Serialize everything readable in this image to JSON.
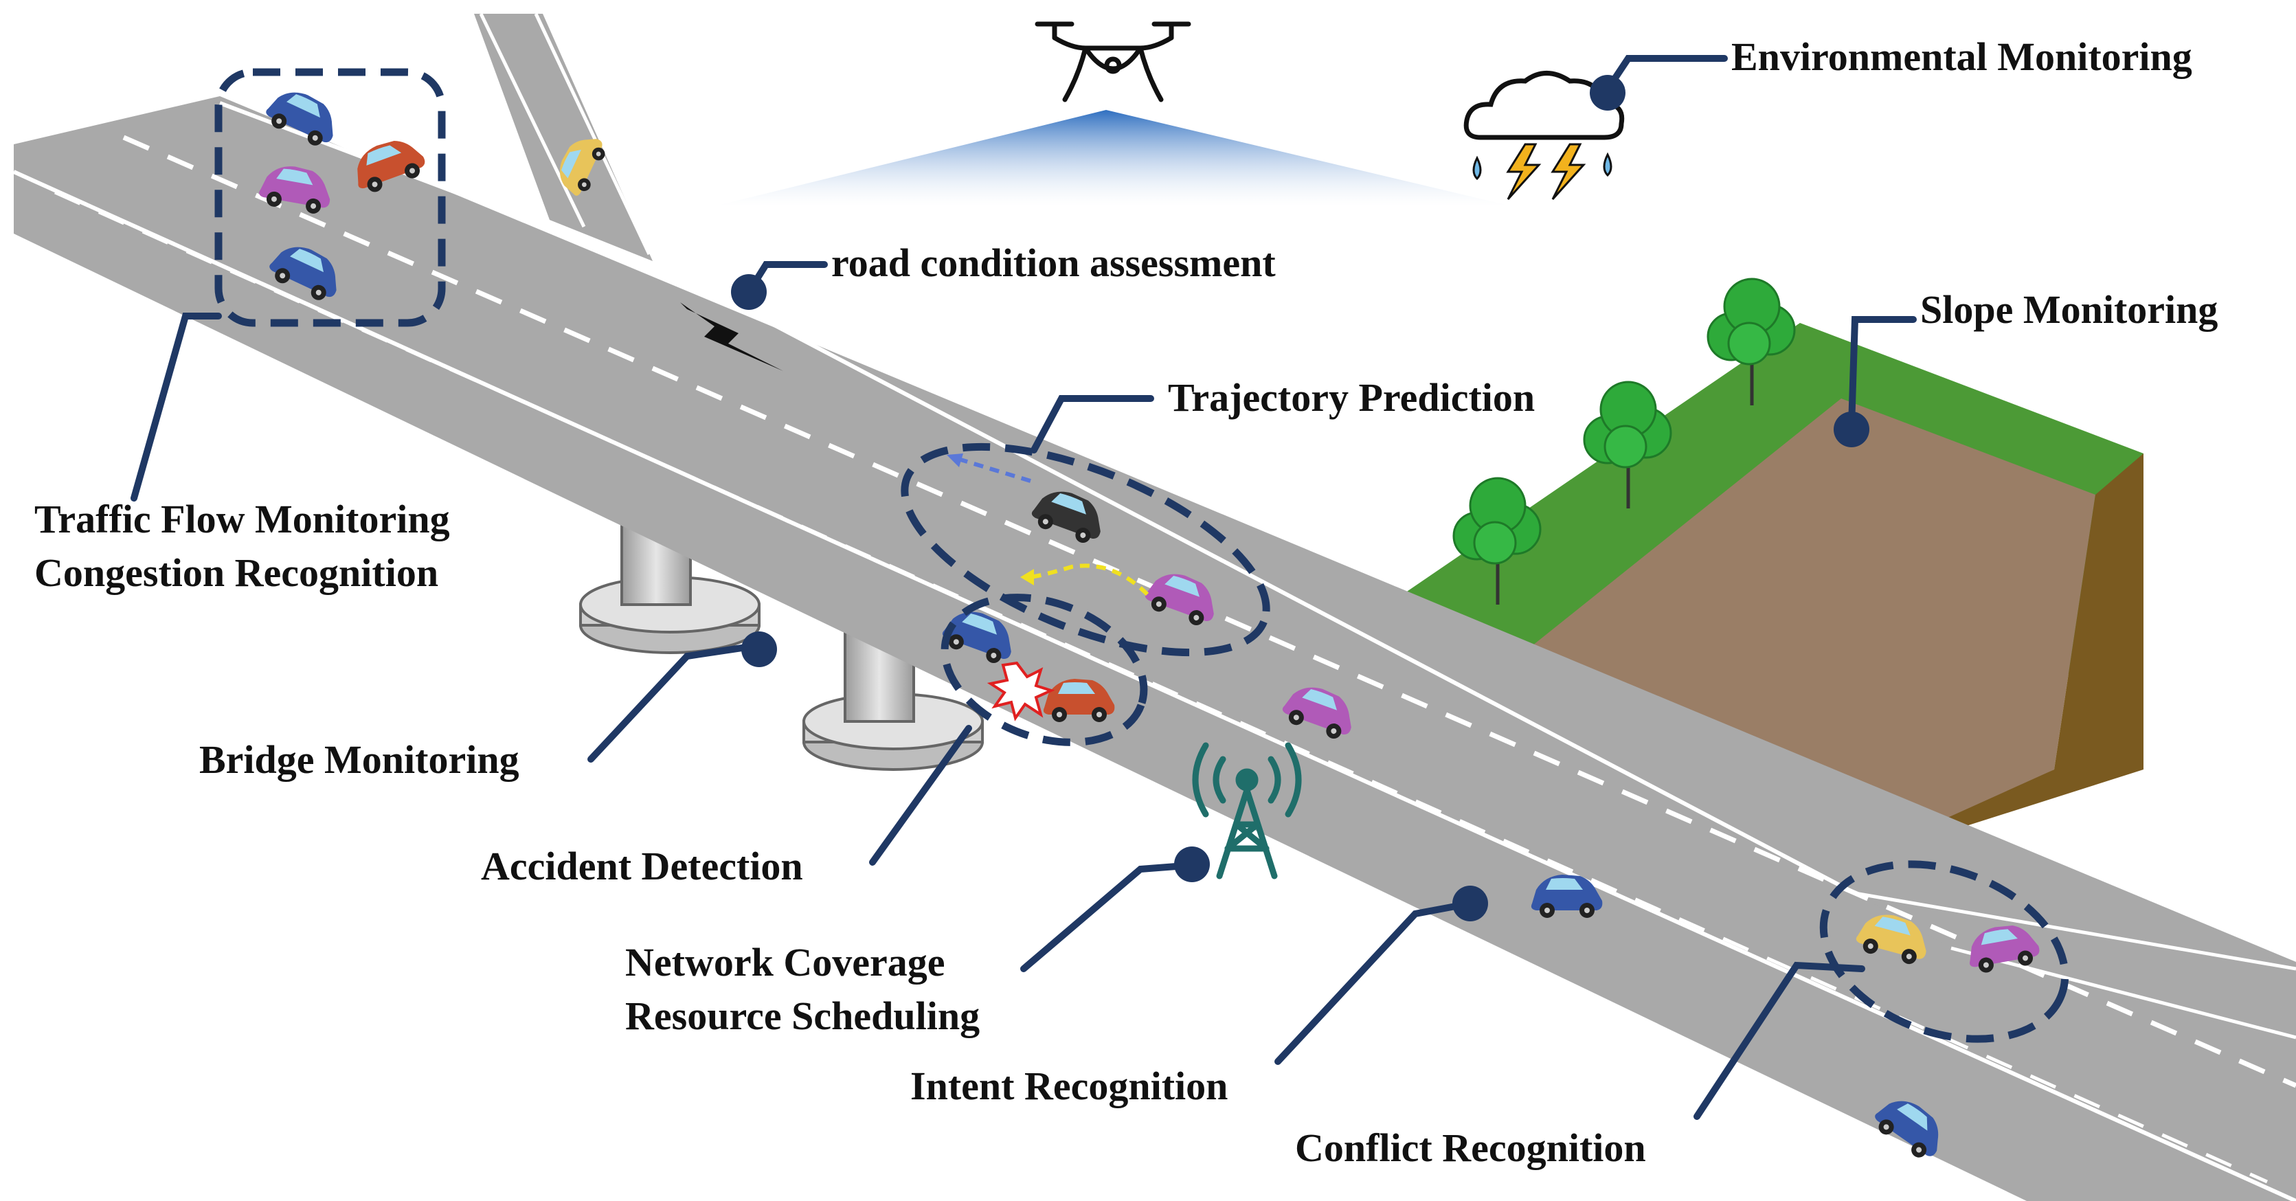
{
  "labels": {
    "environmental_monitoring": "Environmental Monitoring",
    "road_condition": "road condition assessment",
    "slope_monitoring": "Slope Monitoring",
    "trajectory_prediction": "Trajectory Prediction",
    "traffic_flow_1": "Traffic Flow Monitoring",
    "traffic_flow_2": "Congestion Recognition",
    "bridge_monitoring": "Bridge Monitoring",
    "accident_detection": "Accident Detection",
    "network_coverage_1": "Network Coverage",
    "network_coverage_2": "Resource Scheduling",
    "intent_recognition": "Intent Recognition",
    "conflict_recognition": "Conflict Recognition"
  },
  "colors": {
    "road": "#a9a9a9",
    "road_edge": "#ffffff",
    "callout": "#1f3864",
    "grass": "#4c9a36",
    "soil": "#9a7e66",
    "cliff": "#7a5a20",
    "tree": "#2eaa3a",
    "tower": "#1f6e6a",
    "car_blue": "#3557a8",
    "car_red": "#c8502e",
    "car_pink": "#b05ab8",
    "car_yellow": "#e8c45a",
    "car_black": "#333333"
  },
  "icons": [
    "drone-icon",
    "storm-cloud-icon",
    "cell-tower-icon",
    "lightning-crack-icon",
    "collision-icon"
  ]
}
